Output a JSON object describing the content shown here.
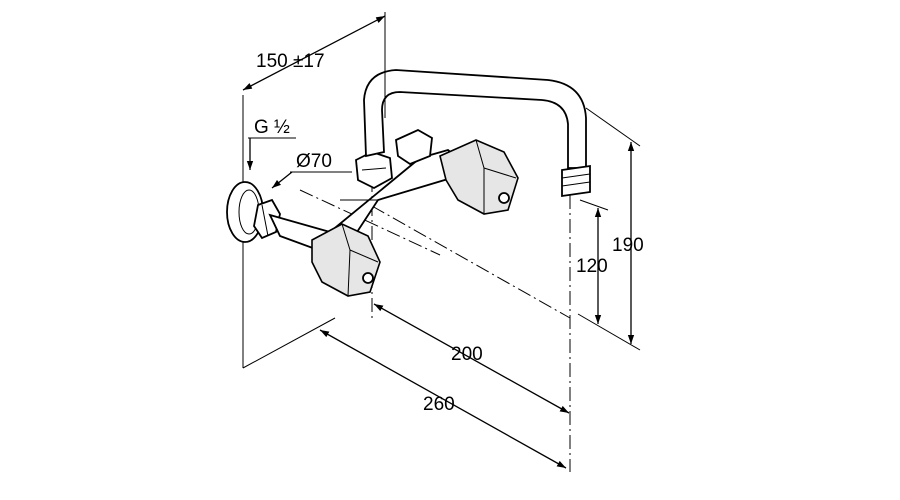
{
  "dimensions": {
    "wall_distance": "150 ±17",
    "thread": "G ½",
    "rosette_diameter": "Ø70",
    "spout_height": "190",
    "outlet_height": "120",
    "spout_reach": "200",
    "total_reach": "260"
  }
}
